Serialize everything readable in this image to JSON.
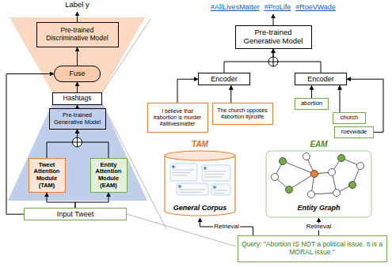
{
  "diagram": {
    "nodes": [
      {
        "text": [
          "Pre-trained Discriminative Model"
        ]
      },
      {
        "text": [
          "Fuse"
        ]
      },
      {
        "text": [
          "Hashtags"
        ]
      },
      {
        "text": [
          "Pre-trained Generative Model"
        ]
      },
      {
        "text": [
          "Tweet Attention Module (TAM)"
        ]
      },
      {
        "text": [
          "Entity Attention Module (EAM)"
        ]
      },
      {
        "text": [
          "Input Tweet"
        ]
      },
      {
        "text": [
          "Pre-trained Generative Model"
        ]
      },
      {
        "text": [
          "Encoder"
        ]
      },
      {
        "text": [
          "Encoder"
        ]
      },
      {
        "text": [
          "I believe that #abortion is murder #alllivesmatter"
        ]
      },
      {
        "text": [
          "The church opposes #abortion #prolife"
        ]
      },
      {
        "text": [
          "abortion"
        ]
      },
      {
        "text": [
          "church"
        ]
      },
      {
        "text": [
          "roevwade"
        ]
      },
      {
        "text": [
          "TAM",
          "General Corpus"
        ]
      },
      {
        "text": [
          "EAM",
          "Entity Graph"
        ]
      },
      {
        "text": [
          "Query: \"Abortion IS NOT a political issue. It is a MORAL issue.\""
        ]
      }
    ],
    "edges": [
      {
        "from": 1,
        "to": 0,
        "arrow": "to"
      },
      {
        "from": 2,
        "to": 1,
        "arrow": "to"
      },
      {
        "from": 3,
        "to": 2,
        "arrow": "to"
      },
      {
        "from": 4,
        "to": 3,
        "arrow": "to"
      },
      {
        "from": 5,
        "to": 3,
        "arrow": "to"
      },
      {
        "from": 6,
        "to": 4,
        "arrow": "to"
      },
      {
        "from": 6,
        "to": 5,
        "arrow": "to"
      },
      {
        "from": 6,
        "to": 1,
        "arrow": "to"
      },
      {
        "from": 10,
        "to": 8,
        "arrow": "to"
      },
      {
        "from": 11,
        "to": 8,
        "arrow": "to"
      },
      {
        "from": 12,
        "to": 9,
        "arrow": "to"
      },
      {
        "from": 13,
        "to": 9,
        "arrow": "to"
      },
      {
        "from": 14,
        "to": 9,
        "arrow": "to"
      },
      {
        "from": 8,
        "to": 7,
        "arrow": "to"
      },
      {
        "from": 9,
        "to": 7,
        "arrow": "to"
      },
      {
        "from": 17,
        "to": 15,
        "label": "Retrieval",
        "arrow": "to"
      },
      {
        "from": 17,
        "to": 16,
        "label": "Retrieval",
        "arrow": "to"
      }
    ],
    "labels": [
      "Label y",
      "#AllLivesMatter",
      "#ProLife",
      "#RoeVWade"
    ]
  }
}
